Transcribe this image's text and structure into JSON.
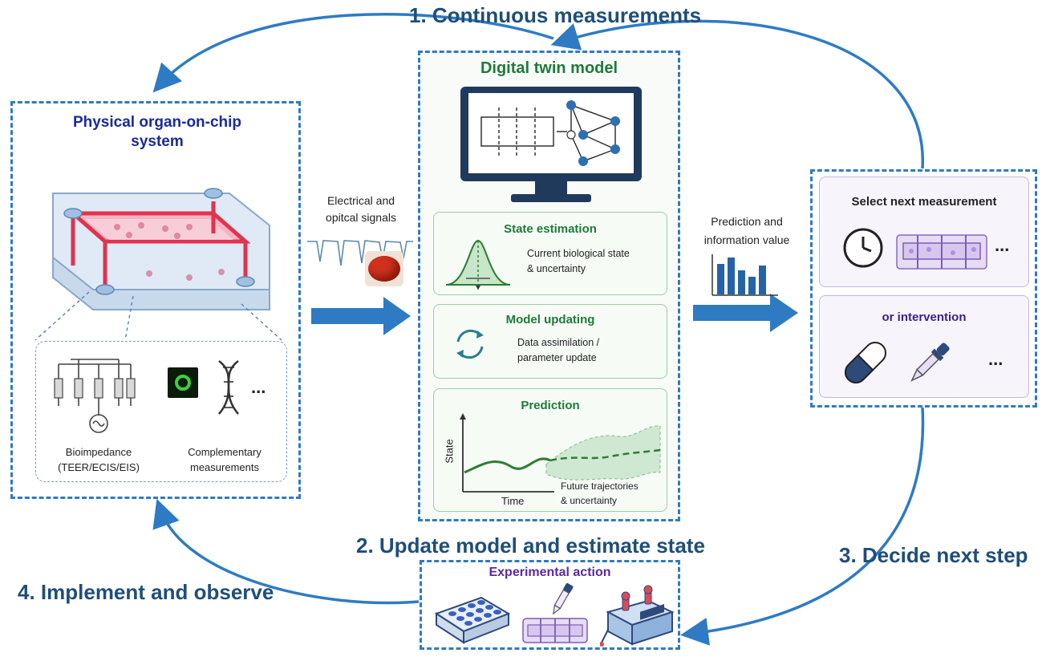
{
  "steps": {
    "step1": "1. Continuous measurements",
    "step2": "2. Update model and estimate state",
    "step3": "3. Decide next step",
    "step4": "4. Implement and observe"
  },
  "physical": {
    "title": "Physical organ-on-chip system",
    "bioimpedance": "Bioimpedance\n(TEER/ECIS/EIS)",
    "complementary": "Complementary\nmeasurements",
    "ellipsis": "..."
  },
  "signals": {
    "label": "Electrical and\nopitcal signals"
  },
  "twin": {
    "title": "Digital twin model",
    "state_estimation": {
      "title": "State estimation",
      "text": "Current biological state\n& uncertainty"
    },
    "model_updating": {
      "title": "Model updating",
      "text": "Data assimilation /\nparameter update"
    },
    "prediction": {
      "title": "Prediction",
      "y_axis": "State",
      "x_axis": "Time",
      "text": "Future trajectories\n& uncertainty"
    }
  },
  "prediction_value": {
    "label": "Prediction and\ninformation value"
  },
  "decide": {
    "select_title": "Select next measurement",
    "intervention_title": "or intervention",
    "ellipsis": "..."
  },
  "action": {
    "title": "Experimental action"
  },
  "colors": {
    "arrow": "#2e7bc4",
    "green": "#1f7a3a",
    "blue_title": "#1a2a9c",
    "purple_title": "#5b2a9c",
    "step_text": "#1f4e79"
  }
}
